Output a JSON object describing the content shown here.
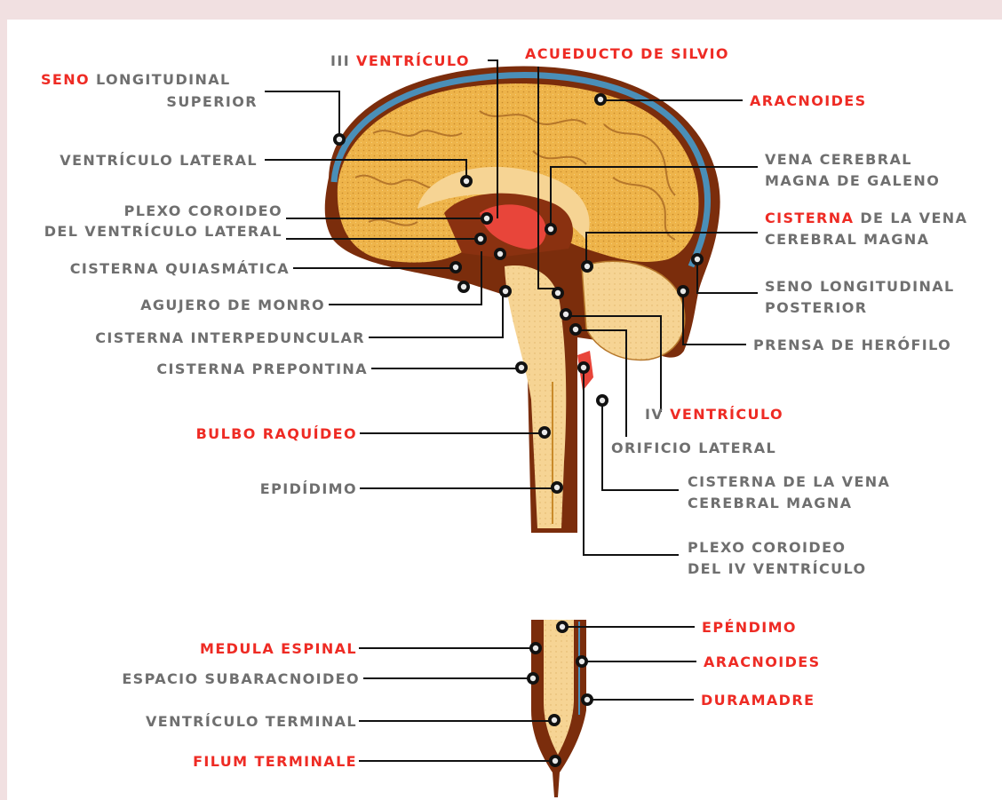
{
  "colors": {
    "background": "#f1e0e1",
    "panel": "#ffffff",
    "label_gray": "#6f6f6f",
    "label_red": "#ee2b24",
    "brain": "#eeb44a",
    "meninges": "#4a8fb8",
    "tissue_dark": "#7b2d0c"
  },
  "labels": {
    "seno_longitudinal_superior": {
      "red": "SENO",
      "l1": "LONGITUDINAL",
      "l2": "SUPERIOR"
    },
    "ventriculo_lateral": {
      "text": "VENTRÍCULO LATERAL"
    },
    "plexo_coroideo_lateral": {
      "l1": "PLEXO COROIDEO",
      "l2": "DEL VENTRÍCULO LATERAL"
    },
    "cisterna_quiasmatica": {
      "text": "CISTERNA QUIASMÁTICA"
    },
    "agujero_de_monro": {
      "text": "AGUJERO DE MONRO"
    },
    "cisterna_interpeduncular": {
      "text": "CISTERNA INTERPEDUNCULAR"
    },
    "cisterna_prepontina": {
      "text": "CISTERNA PREPONTINA"
    },
    "bulbo_raquideo": {
      "text": "BULBO RAQUÍDEO"
    },
    "epididimo": {
      "text": "EPIDÍDIMO"
    },
    "iii_ventriculo": {
      "prefix": "III",
      "red": "VENTRÍCULO"
    },
    "acueducto_de_silvio": {
      "text": "ACUEDUCTO DE SILVIO"
    },
    "aracnoides_top": {
      "text": "ARACNOIDES"
    },
    "vena_cerebral_magna_galeno": {
      "l1": "VENA CEREBRAL",
      "l2": "MAGNA DE GALENO"
    },
    "cisterna_vena_top": {
      "red": "CISTERNA",
      "l1_rest": "DE LA VENA",
      "l2": "CEREBRAL MAGNA"
    },
    "seno_longitudinal_posterior": {
      "l1": "SENO LONGITUDINAL",
      "l2": "POSTERIOR"
    },
    "prensa_de_herofilo": {
      "text": "PRENSA DE HERÓFILO"
    },
    "iv_ventriculo": {
      "prefix": "IV",
      "red": "VENTRÍCULO"
    },
    "orificio_lateral": {
      "text": "ORIFICIO LATERAL"
    },
    "cisterna_vena_bottom": {
      "l1": "CISTERNA DE LA VENA",
      "l2": "CEREBRAL MAGNA"
    },
    "plexo_coroideo_iv": {
      "l1": "PLEXO COROIDEO",
      "l2": "DEL IV VENTRÍCULO"
    },
    "medula_espinal": {
      "text": "MEDULA ESPINAL"
    },
    "espacio_subaracnoideo": {
      "text": "ESPACIO SUBARACNOIDEO"
    },
    "ventriculo_terminal": {
      "text": "VENTRÍCULO TERMINAL"
    },
    "filum_terminale": {
      "text": "FILUM TERMINALE"
    },
    "ependimo": {
      "text": "EPÉNDIMO"
    },
    "aracnoides_bottom": {
      "text": "ARACNOIDES"
    },
    "duramadre": {
      "text": "DURAMADRE"
    }
  }
}
